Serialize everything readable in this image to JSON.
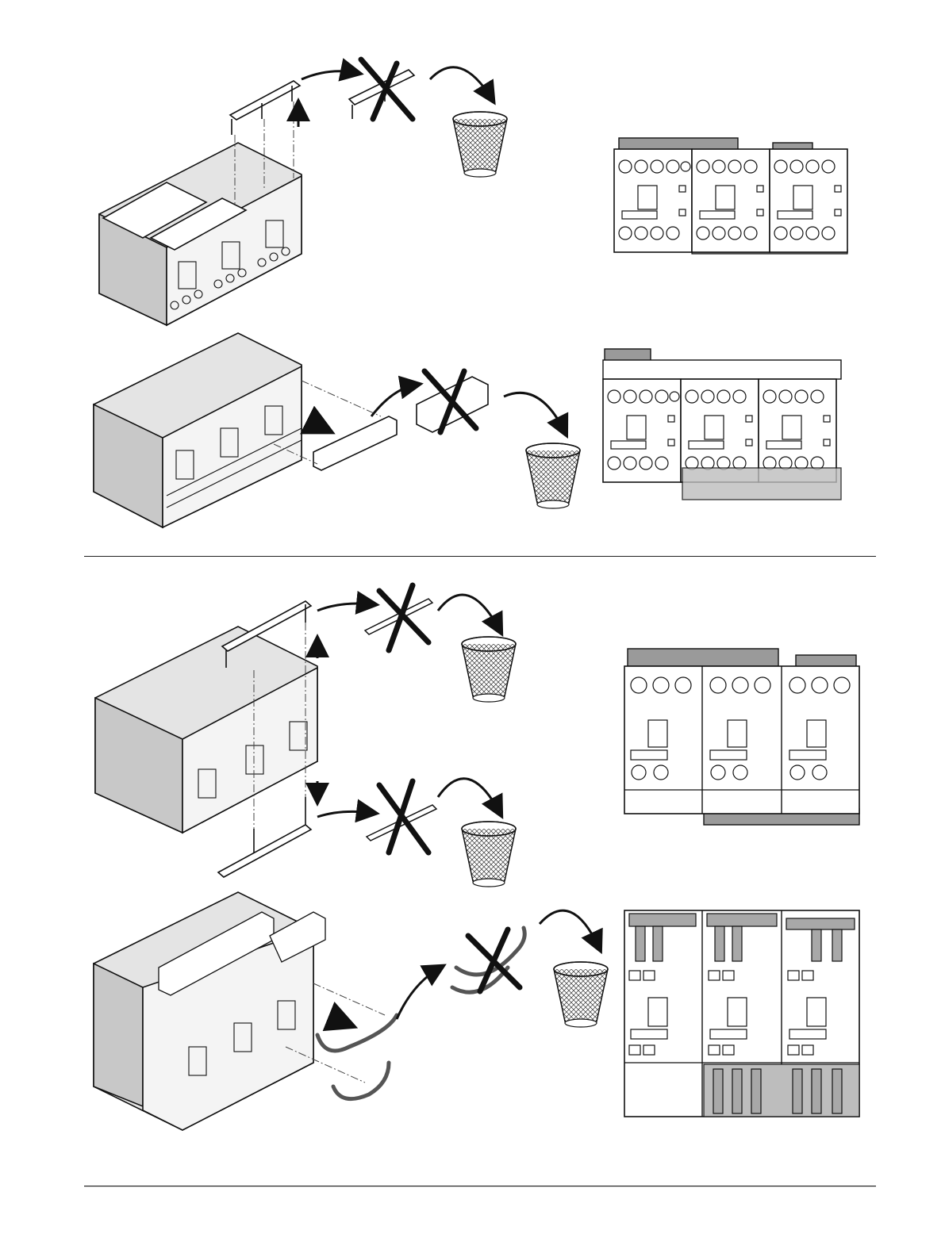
{
  "page": {
    "background": "#ffffff",
    "ink": "#1a1a1a",
    "gray": "#bdbdbd",
    "dark_gray": "#8c8c8c"
  },
  "sections": [
    {
      "name": "section-bridge-removal",
      "steps": [
        {
          "name": "step-1",
          "action": "remove-top-bridge",
          "discard": true
        },
        {
          "name": "step-2",
          "action": "remove-side-bracket",
          "discard": true
        }
      ]
    },
    {
      "name": "section-link-removal",
      "steps": [
        {
          "name": "step-3",
          "action": "remove-top-and-bottom-links",
          "discard": true
        },
        {
          "name": "step-4",
          "action": "remove-cable-links",
          "discard": true
        }
      ]
    }
  ],
  "icons": [
    "arrow-up-icon",
    "arrow-down-icon",
    "cross-out-icon",
    "waste-basket-icon",
    "curved-arrow-icon"
  ]
}
